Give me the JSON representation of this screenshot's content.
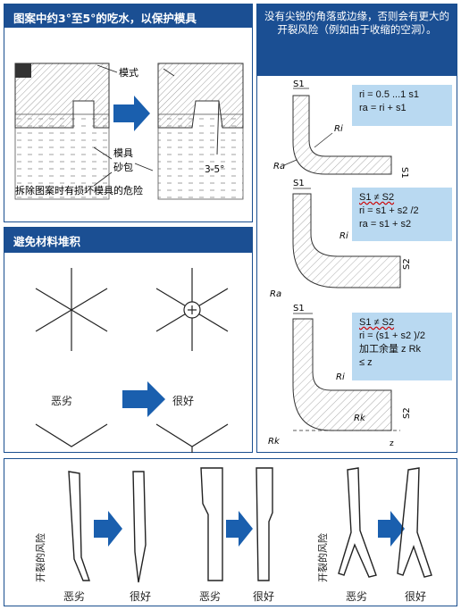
{
  "panel_draft": {
    "title": "图案中约3°至5°的吃水，以保护模具",
    "label_mold": "模式",
    "label_core": "模具",
    "label_sand": "砂包",
    "label_angle": "3-5°",
    "caption": "拆除图案时有损坏模具的危险"
  },
  "panel_corners": {
    "title": "没有尖锐的角落或边缘，否则会有更大的开裂风险（例如由于收缩的空洞）。",
    "fig1": {
      "s1": "S1",
      "ri": "Ri",
      "ra": "Ra",
      "s1v": "S1",
      "lines": [
        "ri = 0.5 ...1 s1",
        "ra = ri + s1"
      ]
    },
    "fig2": {
      "s1": "S1",
      "ri": "Ri",
      "ra": "Ra",
      "s2": "S2",
      "lines": [
        "S1 ≠ S2",
        "ri = s1 + s2 /2",
        "ra = s1 + s2"
      ]
    },
    "fig3": {
      "s1": "S1",
      "ri": "Ri",
      "rk_inner": "Rk",
      "rk": "Rk",
      "s2": "S2",
      "z": "z",
      "lines": [
        "S1 ≠ S2",
        "ri = (s1 + s2 )/2",
        "加工余量 z Rk",
        "≤ z"
      ]
    }
  },
  "panel_accum": {
    "title": "避免材料堆积",
    "bad_label": "恶劣",
    "good_label": "很好"
  },
  "panel_crack": {
    "risk_label": "开裂的风险",
    "bad_label": "恶劣",
    "good_label": "很好"
  },
  "colors": {
    "header_blue": "#1b4f93",
    "arrow_blue": "#1a5fae",
    "formula_bg": "#b9d9f1"
  }
}
